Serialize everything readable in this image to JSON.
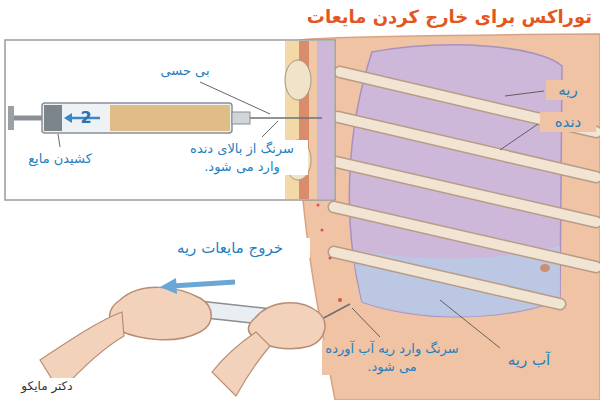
{
  "diagram": {
    "title": "توراکس برای خارج کردن مایعات",
    "labels": [
      "بی حسی",
      "2",
      "کشیدن مایع",
      "سرنگ از بالای دنده وارد می شود.",
      "ریه",
      "دنده",
      "خروج مایعات ریه",
      "سرنگ وارد ریه آب آورده می شود.",
      "آب ریه",
      "دکتر مایکو"
    ]
  }
}
